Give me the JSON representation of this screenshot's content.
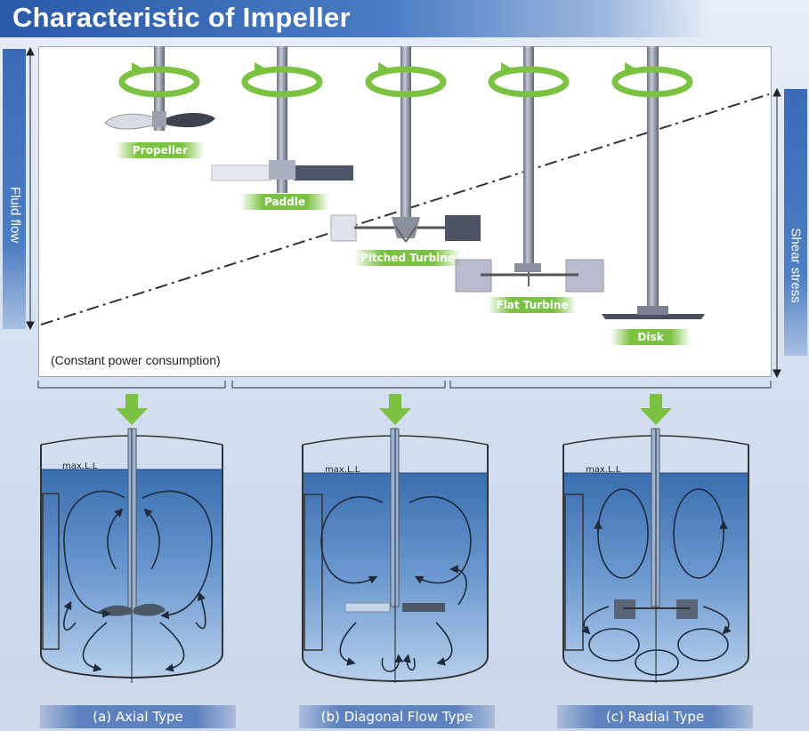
{
  "title": "Characteristic of Impeller",
  "axis_left": "Fluid flow",
  "axis_right": "Shear stress",
  "note": "(Constant power consumption)",
  "impellers": {
    "propeller": "Propeller",
    "paddle": "Paddle",
    "pitched_turbine": "Pitched Turbine",
    "flat_turbine": "Flat Turbine",
    "disk": "Disk"
  },
  "tank_level_label": "max.L.L",
  "types": {
    "axial": "(a) Axial Type",
    "diagonal": "(b) Diagonal Flow Type",
    "radial": "(c) Radial Type"
  },
  "colors": {
    "title_blue": "#2a5aa8",
    "arrow_green": "#7cc242",
    "liquid_blue": "#3f74b4"
  }
}
